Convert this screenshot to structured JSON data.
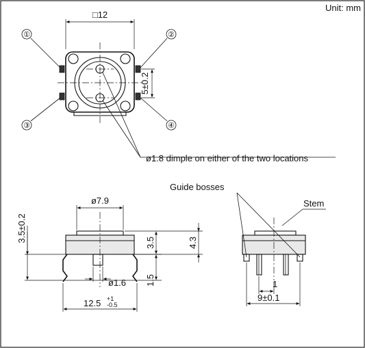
{
  "unit_label": "Unit: mm",
  "top_view": {
    "width_dim": "□12",
    "pitch_dim": "5±0.2",
    "terminals": [
      "①",
      "②",
      "③",
      "④"
    ],
    "dimple_note": "ø1.8 dimple on either of the two locations"
  },
  "front_view": {
    "top_dia": "ø7.9",
    "height_total": "3.5±0.2",
    "body_height": "3.5",
    "overall_height": "4.3",
    "lead_length": "1.5",
    "boss_dia": "ø1.6",
    "lead_span": "12.5",
    "lead_span_tol_upper": "+1",
    "lead_span_tol_lower": "-0.5"
  },
  "side_view": {
    "guide_bosses": "Guide bosses",
    "stem": "Stem",
    "offset_dim": "1",
    "pitch_dim": "9±0.1"
  }
}
